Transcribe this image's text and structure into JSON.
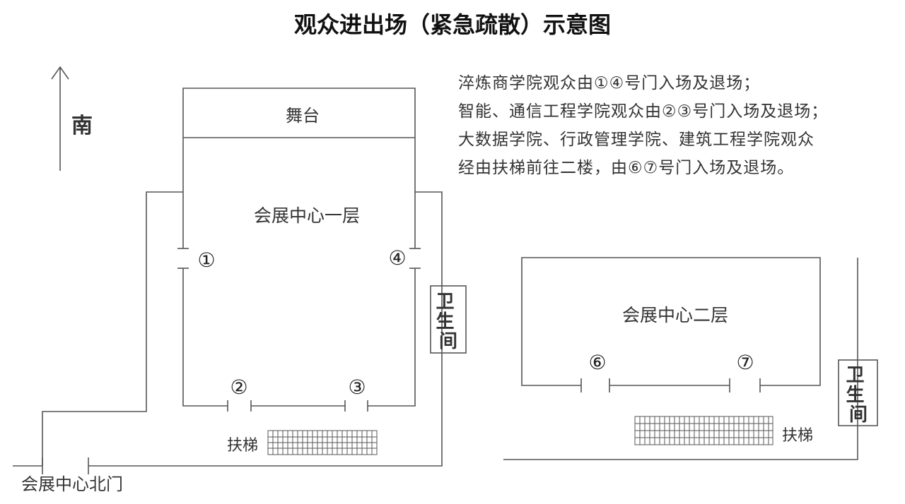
{
  "title": "观众进出场（紧急疏散）示意图",
  "compass": {
    "label": "南"
  },
  "floor1": {
    "stage": "舞台",
    "hall": "会展中心一层",
    "restroom": "卫生间",
    "escalator": "扶梯",
    "north_gate": "会展中心北门",
    "doors": [
      "①",
      "②",
      "③",
      "④"
    ]
  },
  "floor2": {
    "hall": "会展中心二层",
    "restroom": "卫生间",
    "escalator": "扶梯",
    "doors": [
      "⑥",
      "⑦"
    ]
  },
  "notes": [
    "淬炼商学院观众由①④号门入场及退场；",
    "智能、通信工程学院观众由②③号门入场及退场；",
    "大数据学院、行政管理学院、建筑工程学院观众",
    "经由扶梯前往二楼，由⑥⑦号门入场及退场。"
  ],
  "colors": {
    "line": "#555555",
    "text": "#333333"
  }
}
